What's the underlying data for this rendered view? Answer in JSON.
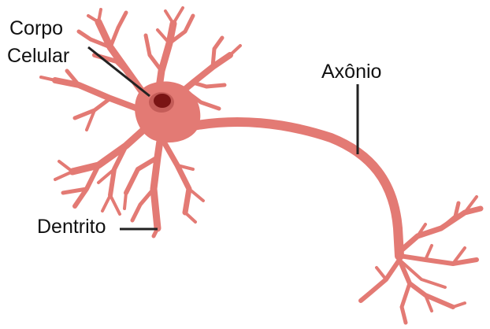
{
  "labels": {
    "cell_body_line1": "Corpo",
    "cell_body_line2": "Celular",
    "axon": "Axônio",
    "dendrite": "Dentrito"
  },
  "colors": {
    "neuron": "#e37a74",
    "neuron_dark": "#c9605b",
    "nucleus": "#7a1414",
    "nucleus_shadow": "#c45c58",
    "leader_line": "#222222"
  }
}
